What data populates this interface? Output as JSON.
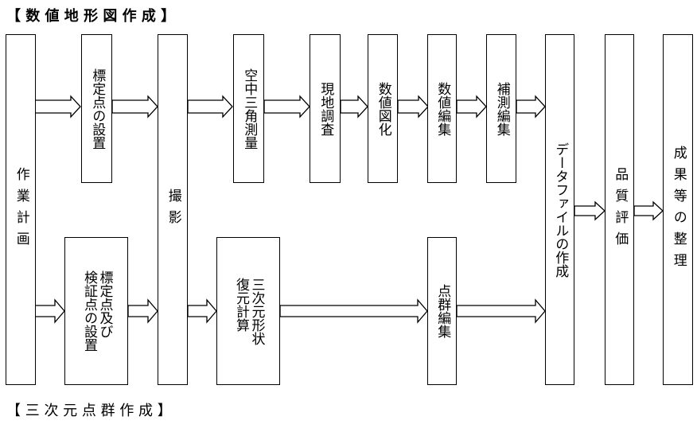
{
  "header_title": "【 数 値 地 形 図 作 成 】",
  "footer_title": "【 三 次 元 点 群 作 成 】",
  "boxes": {
    "plan": "作業計画",
    "control_points": "標定点の設置",
    "photo": "撮影",
    "aerial_triangulation": "空中三角測量",
    "field_survey": "現地調査",
    "digitize": "数値図化",
    "numeric_edit": "数値編集",
    "supplement_edit": "補測編集",
    "data_file": "データファイルの作成",
    "quality": "品質評価",
    "deliverables": "成果等の整理",
    "verification_points_col1": "標定点及び",
    "verification_points_col2": "検証点の設置",
    "reconstruction_col1": "三次元形状",
    "reconstruction_col2": "復元計算",
    "pointcloud_edit": "点群編集"
  }
}
